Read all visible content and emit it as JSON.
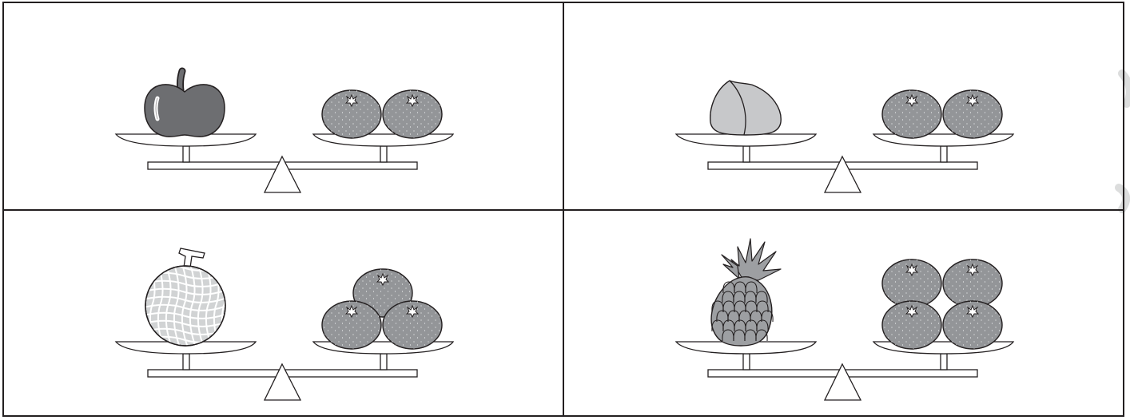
{
  "panels": [
    {
      "id": "apple",
      "left_item": {
        "fruit": "apple",
        "count": 1,
        "icon": "apple-icon"
      },
      "right_item": {
        "fruit": "mandarin",
        "count": 2,
        "arrangement": "row",
        "icon": "mandarin-icon"
      },
      "balanced": true
    },
    {
      "id": "peach",
      "left_item": {
        "fruit": "peach",
        "count": 1,
        "icon": "peach-icon"
      },
      "right_item": {
        "fruit": "mandarin",
        "count": 2,
        "arrangement": "row",
        "icon": "mandarin-icon"
      },
      "balanced": true
    },
    {
      "id": "melon",
      "left_item": {
        "fruit": "melon",
        "count": 1,
        "icon": "melon-icon"
      },
      "right_item": {
        "fruit": "mandarin",
        "count": 3,
        "arrangement": "pyramid",
        "icon": "mandarin-icon"
      },
      "balanced": true
    },
    {
      "id": "pineapple",
      "left_item": {
        "fruit": "pineapple",
        "count": 1,
        "icon": "pineapple-icon"
      },
      "right_item": {
        "fruit": "mandarin",
        "count": 4,
        "arrangement": "grid-2x2",
        "icon": "mandarin-icon"
      },
      "balanced": true
    }
  ],
  "colors": {
    "border": "#231f20",
    "apple": "#6d6e71",
    "peach": "#c7c8ca",
    "melon": "#d1d3d4",
    "pineapple": "#9d9fa2",
    "mandarin": "#939598",
    "scale_fill": "#ffffff",
    "watermark": "#dcdddd"
  }
}
